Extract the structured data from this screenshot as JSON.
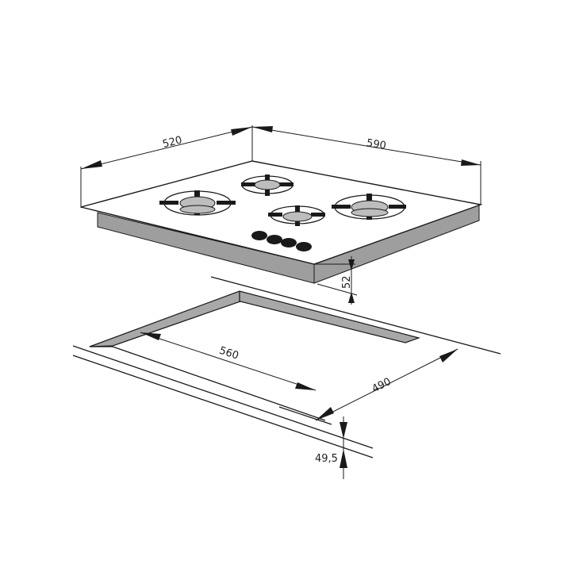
{
  "dimensions": {
    "depth": "520",
    "width": "590",
    "height": "52",
    "cutout_width": "560",
    "cutout_depth": "490",
    "cutout_offset": "49,5"
  },
  "colors": {
    "line": "#1a1a1a",
    "side": "#9e9e9e",
    "burner": "#bdbdbd"
  }
}
